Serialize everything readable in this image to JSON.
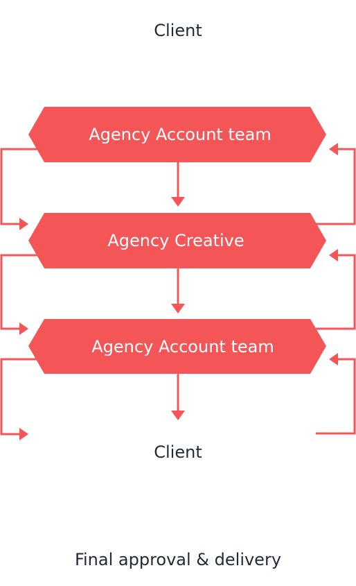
{
  "diagram": {
    "top_label": "Client",
    "steps": [
      {
        "label": "Agency Account team"
      },
      {
        "label": "Agency Creative"
      },
      {
        "label": "Agency Account team"
      }
    ],
    "bottom_label": "Client",
    "footer": "Final approval & delivery",
    "colors": {
      "accent": "#f45556",
      "box_text": "#ffffff",
      "text": "#1f2a36",
      "background": "#ffffff"
    }
  }
}
